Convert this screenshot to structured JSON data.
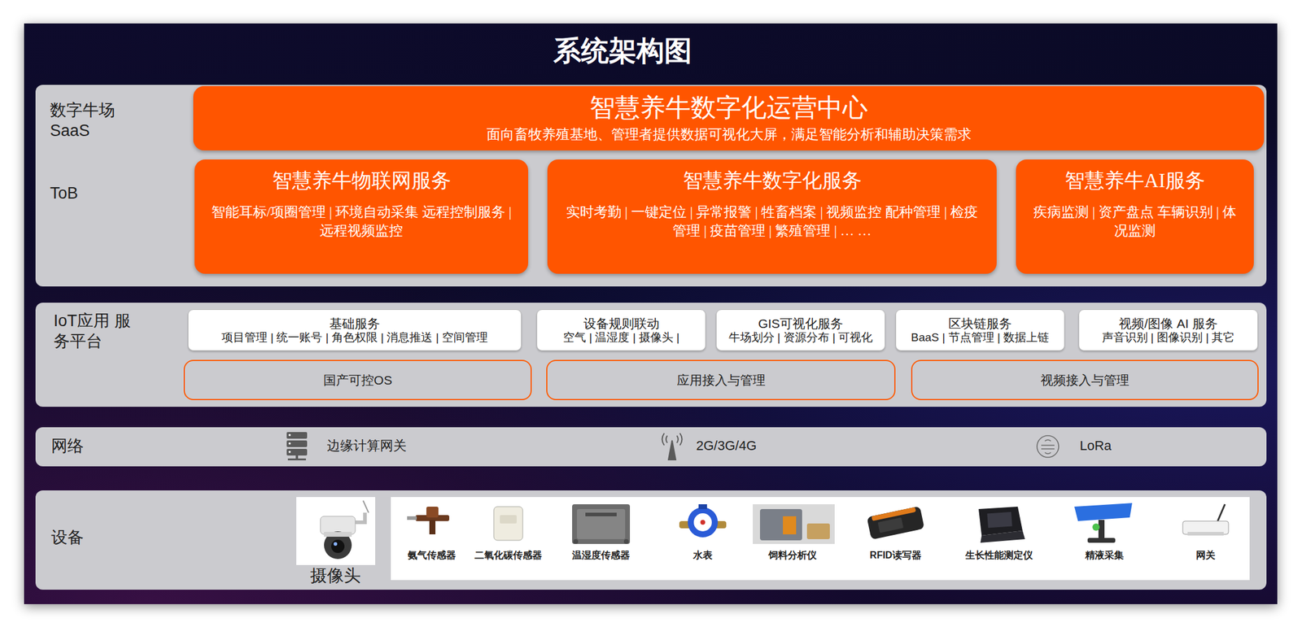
{
  "diagram": {
    "title": "系统架构图",
    "nodes": [
      {
        "text": [
          "数字牛场 SaaS",
          "ToB"
        ]
      },
      {
        "text": [
          "智慧养牛数字化运营中心",
          "面向畜牧养殖基地、管理者提供数据可视化大屏，满足智能分析和辅助决策需求"
        ],
        "in": 0
      },
      {
        "text": [
          "智慧养牛物联网服务",
          "智能耳标/项圈管理 | 环境自动采集 远程控制服务 | 远程视频监控"
        ],
        "in": 0
      },
      {
        "text": [
          "智慧养牛数字化服务",
          "实时考勤 | 一键定位 | 异常报警 | 牲畜档案 | 视频监控 配种管理 | 检疫管理 | 疫苗管理 | 繁殖管理 | … …"
        ],
        "in": 0
      },
      {
        "text": [
          "智慧养牛AI服务",
          "疾病监测 | 资产盘点 车辆识别 | 体况监测"
        ],
        "in": 0
      },
      {
        "text": [
          "IoT应用 服务平台"
        ]
      },
      {
        "text": [
          "基础服务",
          "项目管理 | 统一账号 | 角色权限 | 消息推送 | 空间管理"
        ],
        "in": 5
      },
      {
        "text": [
          "设备规则联动",
          "空气 | 温湿度 | 摄像头 |"
        ],
        "in": 5
      },
      {
        "text": [
          "GIS可视化服务",
          "牛场划分 | 资源分布 | 可视化"
        ],
        "in": 5
      },
      {
        "text": [
          "区块链服务",
          "BaaS | 节点管理 | 数据上链"
        ],
        "in": 5
      },
      {
        "text": [
          "视频/图像 AI 服务",
          "声音识别 | 图像识别 | 其它"
        ],
        "in": 5
      },
      {
        "text": [
          "国产可控OS"
        ],
        "in": 5
      },
      {
        "text": [
          "应用接入与管理"
        ],
        "in": 5
      },
      {
        "text": [
          "视频接入与管理"
        ],
        "in": 5
      },
      {
        "text": [
          "网络"
        ]
      },
      {
        "text": [
          "设备"
        ]
      }
    ],
    "edges": [],
    "labels": [
      "边缘计算网关",
      "2G/3G/4G",
      "LoRa",
      "摄像头",
      "氨气传感器",
      "二氧化碳传感器",
      "温湿度传感器",
      "水表",
      "饲料分析仪",
      "RFID读写器",
      "生长性能测定仪",
      "精液采集",
      "网关"
    ]
  }
}
